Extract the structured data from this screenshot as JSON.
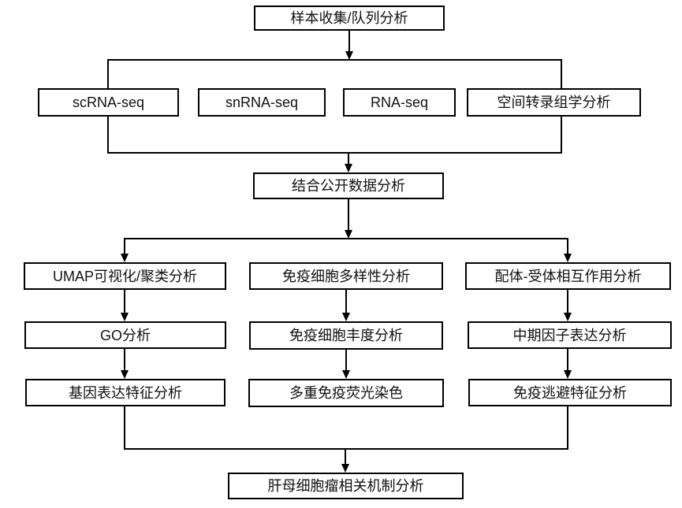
{
  "diagram_type": "flowchart",
  "colors": {
    "background": "#ffffff",
    "box_fill": "#ffffff",
    "box_border": "#000000",
    "line": "#000000",
    "text": "#111111"
  },
  "nodes": {
    "sample": {
      "label": "样本收集/队列分析"
    },
    "scrna": {
      "label": "scRNA-seq"
    },
    "snrna": {
      "label": "snRNA-seq"
    },
    "rna": {
      "label": "RNA-seq"
    },
    "spatial": {
      "label": "空间转录组学分析"
    },
    "public_data": {
      "label": "结合公开数据分析"
    },
    "umap": {
      "label": "UMAP可视化/聚类分析"
    },
    "immune_diversity": {
      "label": "免疫细胞多样性分析"
    },
    "ligand_receptor": {
      "label": "配体-受体相互作用分析"
    },
    "go_analysis": {
      "label": "GO分析"
    },
    "immune_abundance": {
      "label": "免疫细胞丰度分析"
    },
    "midkine_expression": {
      "label": "中期因子表达分析"
    },
    "gene_signature": {
      "label": "基因表达特征分析"
    },
    "multiplex_if": {
      "label": "多重免疫荧光染色"
    },
    "immune_evasion": {
      "label": "免疫逃避特征分析"
    },
    "mechanism": {
      "label": "肝母细胞瘤相关机制分析"
    }
  },
  "edges": [
    "样本收集/队列分析 -> [scRNA-seq, snRNA-seq, RNA-seq, 空间转录组学分析]",
    "[scRNA-seq, snRNA-seq, RNA-seq, 空间转录组学分析] -> 结合公开数据分析",
    "结合公开数据分析 -> [UMAP可视化/聚类分析, 免疫细胞多样性分析, 配体-受体相互作用分析]",
    "UMAP可视化/聚类分析 -> GO分析 -> 基因表达特征分析",
    "免疫细胞多样性分析 -> 免疫细胞丰度分析 -> 多重免疫荧光染色",
    "配体-受体相互作用分析 -> 中期因子表达分析 -> 免疫逃避特征分析",
    "[基因表达特征分析, 多重免疫荧光染色, 免疫逃避特征分析] -> 肝母细胞瘤相关机制分析"
  ]
}
